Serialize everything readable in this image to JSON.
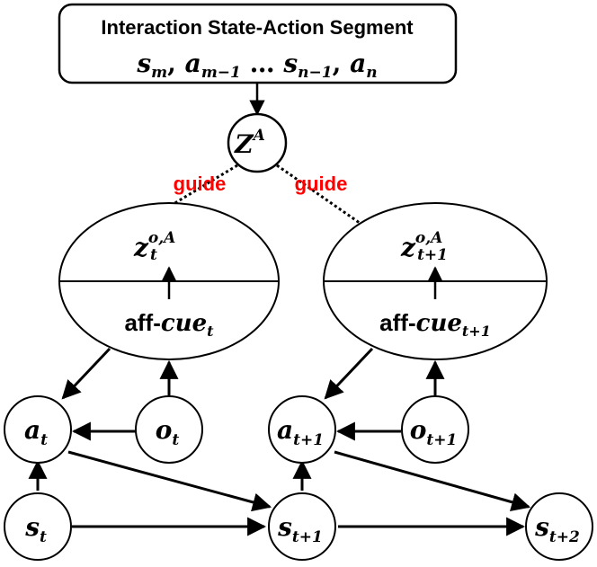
{
  "segment": {
    "title": "Interaction State-Action Segment",
    "seq": {
      "s_m_base": "s",
      "s_m_sub": "m",
      "a_m1_base": "a",
      "a_m1_sub": "m−1",
      "ellipsis": "…",
      "s_n1_base": "s",
      "s_n1_sub": "n−1",
      "a_n_base": "a",
      "a_n_sub": "n",
      "comma": ","
    }
  },
  "z_node": {
    "base": "Z",
    "sup": "A"
  },
  "guide_left": "guide",
  "guide_right": "guide",
  "ellipse_left": {
    "z_base": "z",
    "z_sup": "o,A",
    "z_sub": "t",
    "aff_prefix": "aff-",
    "cue_base": "cue",
    "cue_sub": "t"
  },
  "ellipse_right": {
    "z_base": "z",
    "z_sup": "o,A",
    "z_sub": "t+1",
    "aff_prefix": "aff-",
    "cue_base": "cue",
    "cue_sub": "t+1"
  },
  "nodes": {
    "a_t": {
      "base": "a",
      "sub": "t"
    },
    "o_t": {
      "base": "o",
      "sub": "t"
    },
    "a_t1": {
      "base": "a",
      "sub": "t+1"
    },
    "o_t1": {
      "base": "o",
      "sub": "t+1"
    },
    "s_t": {
      "base": "s",
      "sub": "t"
    },
    "s_t1": {
      "base": "s",
      "sub": "t+1"
    },
    "s_t2": {
      "base": "s",
      "sub": "t+2"
    }
  }
}
